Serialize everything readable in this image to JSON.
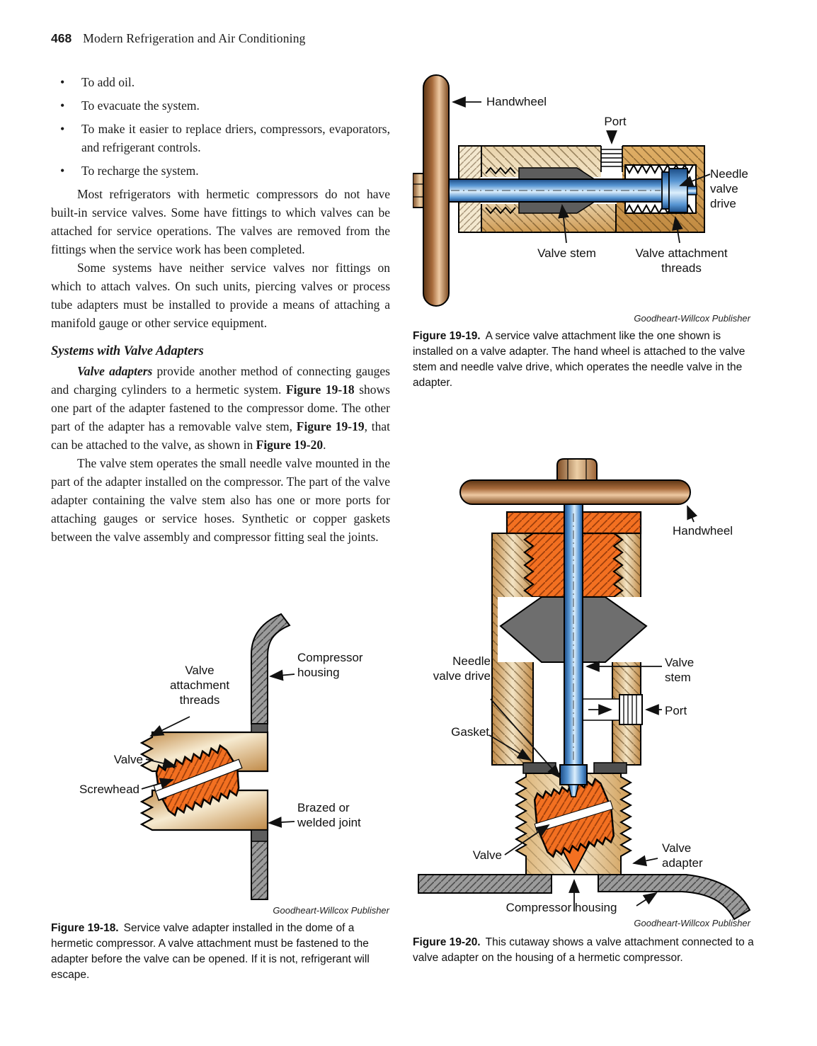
{
  "header": {
    "page_number": "468",
    "book_title": "Modern Refrigeration and Air Conditioning"
  },
  "bullets": [
    "To add oil.",
    "To evacuate the system.",
    "To make it easier to replace driers, compressors, evaporators, and refrigerant controls.",
    "To recharge the system."
  ],
  "paragraphs": {
    "p1": "Most refrigerators with hermetic compressors do not have built-in service valves. Some have fittings to which valves can be attached for service operations. The valves are removed from the fittings when the service work has been completed.",
    "p2": "Some systems have neither service valves nor fittings on which to attach valves. On such units, piercing valves or process tube adapters must be installed to provide a means of attaching a manifold gauge or other service equipment."
  },
  "section": {
    "heading": "Systems with Valve Adapters",
    "p3_lead": "Valve adapters",
    "p3_s1": " provide another method of connecting gauges and charging cylinders to a hermetic system. ",
    "p3_f1": "Figure 19-18",
    "p3_s2": " shows one part of the adapter fastened to the compressor dome. The other part of the adapter has a removable valve stem, ",
    "p3_f2": "Figure 19-19",
    "p3_s3": ", that can be attached to the valve, as shown in ",
    "p3_f3": "Figure 19-20",
    "p3_s4": ".",
    "p4": "The valve stem operates the small needle valve mounted in the part of the adapter installed on the compressor. The part of the valve adapter containing the valve stem also has one or more ports for attaching gauges or service hoses. Synthetic or copper gaskets between the valve assembly and compressor fitting seal the joints."
  },
  "fig19": {
    "labels": {
      "handwheel": "Handwheel",
      "port": "Port",
      "needle_valve_drive": "Needle valve drive",
      "valve_stem": "Valve stem",
      "valve_attachment_threads": "Valve attachment threads"
    },
    "credit": "Goodheart-Willcox Publisher",
    "caption_tag": "Figure 19-19.",
    "caption": "A service valve attachment like the one shown is installed on a valve adapter. The hand wheel is attached to the valve stem and needle valve drive, which operates the needle valve in the adapter."
  },
  "fig18": {
    "labels": {
      "valve_attachment_threads": "Valve attachment threads",
      "compressor_housing": "Compressor housing",
      "valve": "Valve",
      "screwhead": "Screwhead",
      "brazed_welded_joint": "Brazed or welded joint"
    },
    "credit": "Goodheart-Willcox Publisher",
    "caption_tag": "Figure 19-18.",
    "caption": "Service valve adapter installed in the dome of a hermetic compressor. A valve attachment must be fastened to the adapter before the valve can be opened. If it is not, refrigerant will escape."
  },
  "fig20": {
    "labels": {
      "handwheel": "Handwheel",
      "needle_valve_drive": "Needle valve drive",
      "valve_stem": "Valve stem",
      "port": "Port",
      "gasket": "Gasket",
      "valve": "Valve",
      "valve_adapter": "Valve adapter",
      "compressor_housing": "Compressor housing"
    },
    "credit": "Goodheart-Willcox Publisher",
    "caption_tag": "Figure 19-20.",
    "caption": "This cutaway shows a valve attachment connected to a valve adapter on the housing of a hermetic compressor."
  },
  "colors": {
    "handwheel_brown": "#a86b3c",
    "stem_blue": "#4a8bc8",
    "body_tan": "#d3a05f",
    "body_tan_light": "#f6ead0",
    "valve_orange": "#f37021",
    "housing_gray": "#9b9b9b",
    "packing_gray": "#5d5d5d"
  }
}
